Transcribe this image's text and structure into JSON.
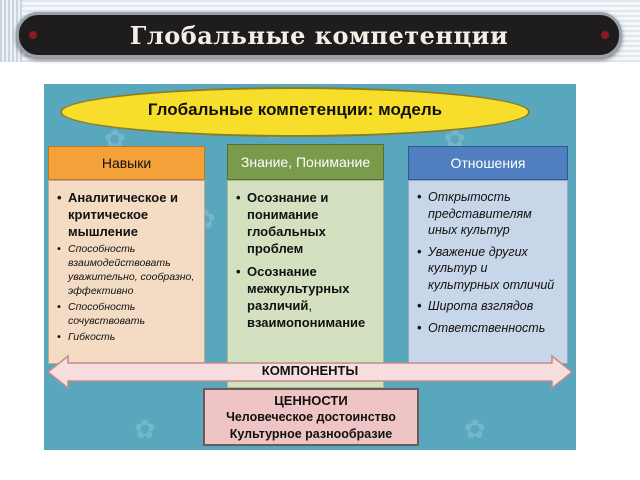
{
  "slide_title": "Глобальные компетенции",
  "diagram": {
    "model_title": "Глобальные компетенции: модель",
    "columns": [
      {
        "header": "Навыки",
        "color": "#f4a13a",
        "main_item": "Аналитическое и критическое мышление",
        "sub_items": [
          "Способность взаимодействовать уважительно, сообразно, эффективно",
          "Способность сочувствовать",
          "Гибкость"
        ]
      },
      {
        "header": "Знание, Понимание",
        "color": "#7a9a4c",
        "items": [
          "Осознание и понимание глобальных проблем",
          "Осознание межкультурных различий"
        ],
        "item2_tail": ", ",
        "item2_extra": "взаимопонимание"
      },
      {
        "header": "Отношения",
        "color": "#4f7fc0",
        "items": [
          "Открытость представителям иных культур",
          "Уважение других культур и культурных отличий",
          "Широта взглядов",
          "Ответственность"
        ]
      }
    ],
    "components_label": "КОМПОНЕНТЫ",
    "values": {
      "title": "ЦЕННОСТИ",
      "items": [
        "Человеческое достоинство",
        "Культурное разнообразие"
      ]
    }
  }
}
